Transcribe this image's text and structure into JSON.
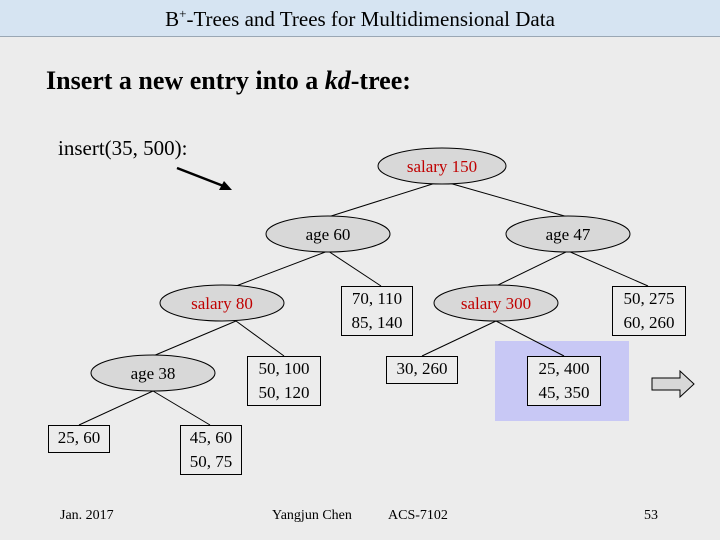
{
  "header": {
    "title_b": "B",
    "title_sup": "+",
    "title_rest": "-Trees and Trees for Multidimensional Data"
  },
  "heading": {
    "pre": "Insert a new entry into a ",
    "em": "kd",
    "post": "-tree:"
  },
  "insert_call": "insert(35, 500):",
  "tree": {
    "nodes": {
      "root": "salary 150",
      "left_age60": "age 60",
      "right_age47": "age 47",
      "salary80": "salary 80",
      "salary300": "salary 300",
      "age38": "age 38"
    },
    "leaves": {
      "leaf_70_110": [
        "70, 110",
        "85, 140"
      ],
      "leaf_50_275": [
        "50, 275",
        "60, 260"
      ],
      "leaf_50_100": [
        "50, 100",
        "50, 120"
      ],
      "leaf_30_260": [
        "30, 260"
      ],
      "leaf_25_400": [
        "25, 400",
        "45, 350"
      ],
      "leaf_25_60": [
        "25, 60"
      ],
      "leaf_45_60": [
        "45, 60",
        "50, 75"
      ]
    }
  },
  "colors": {
    "highlight": "#c8c8f5",
    "node_fill": "#d8d8d8",
    "red_text": "#c00000"
  },
  "footer": {
    "date": "Jan. 2017",
    "author": "Yangjun Chen",
    "course": "ACS-7102",
    "page": "53"
  }
}
